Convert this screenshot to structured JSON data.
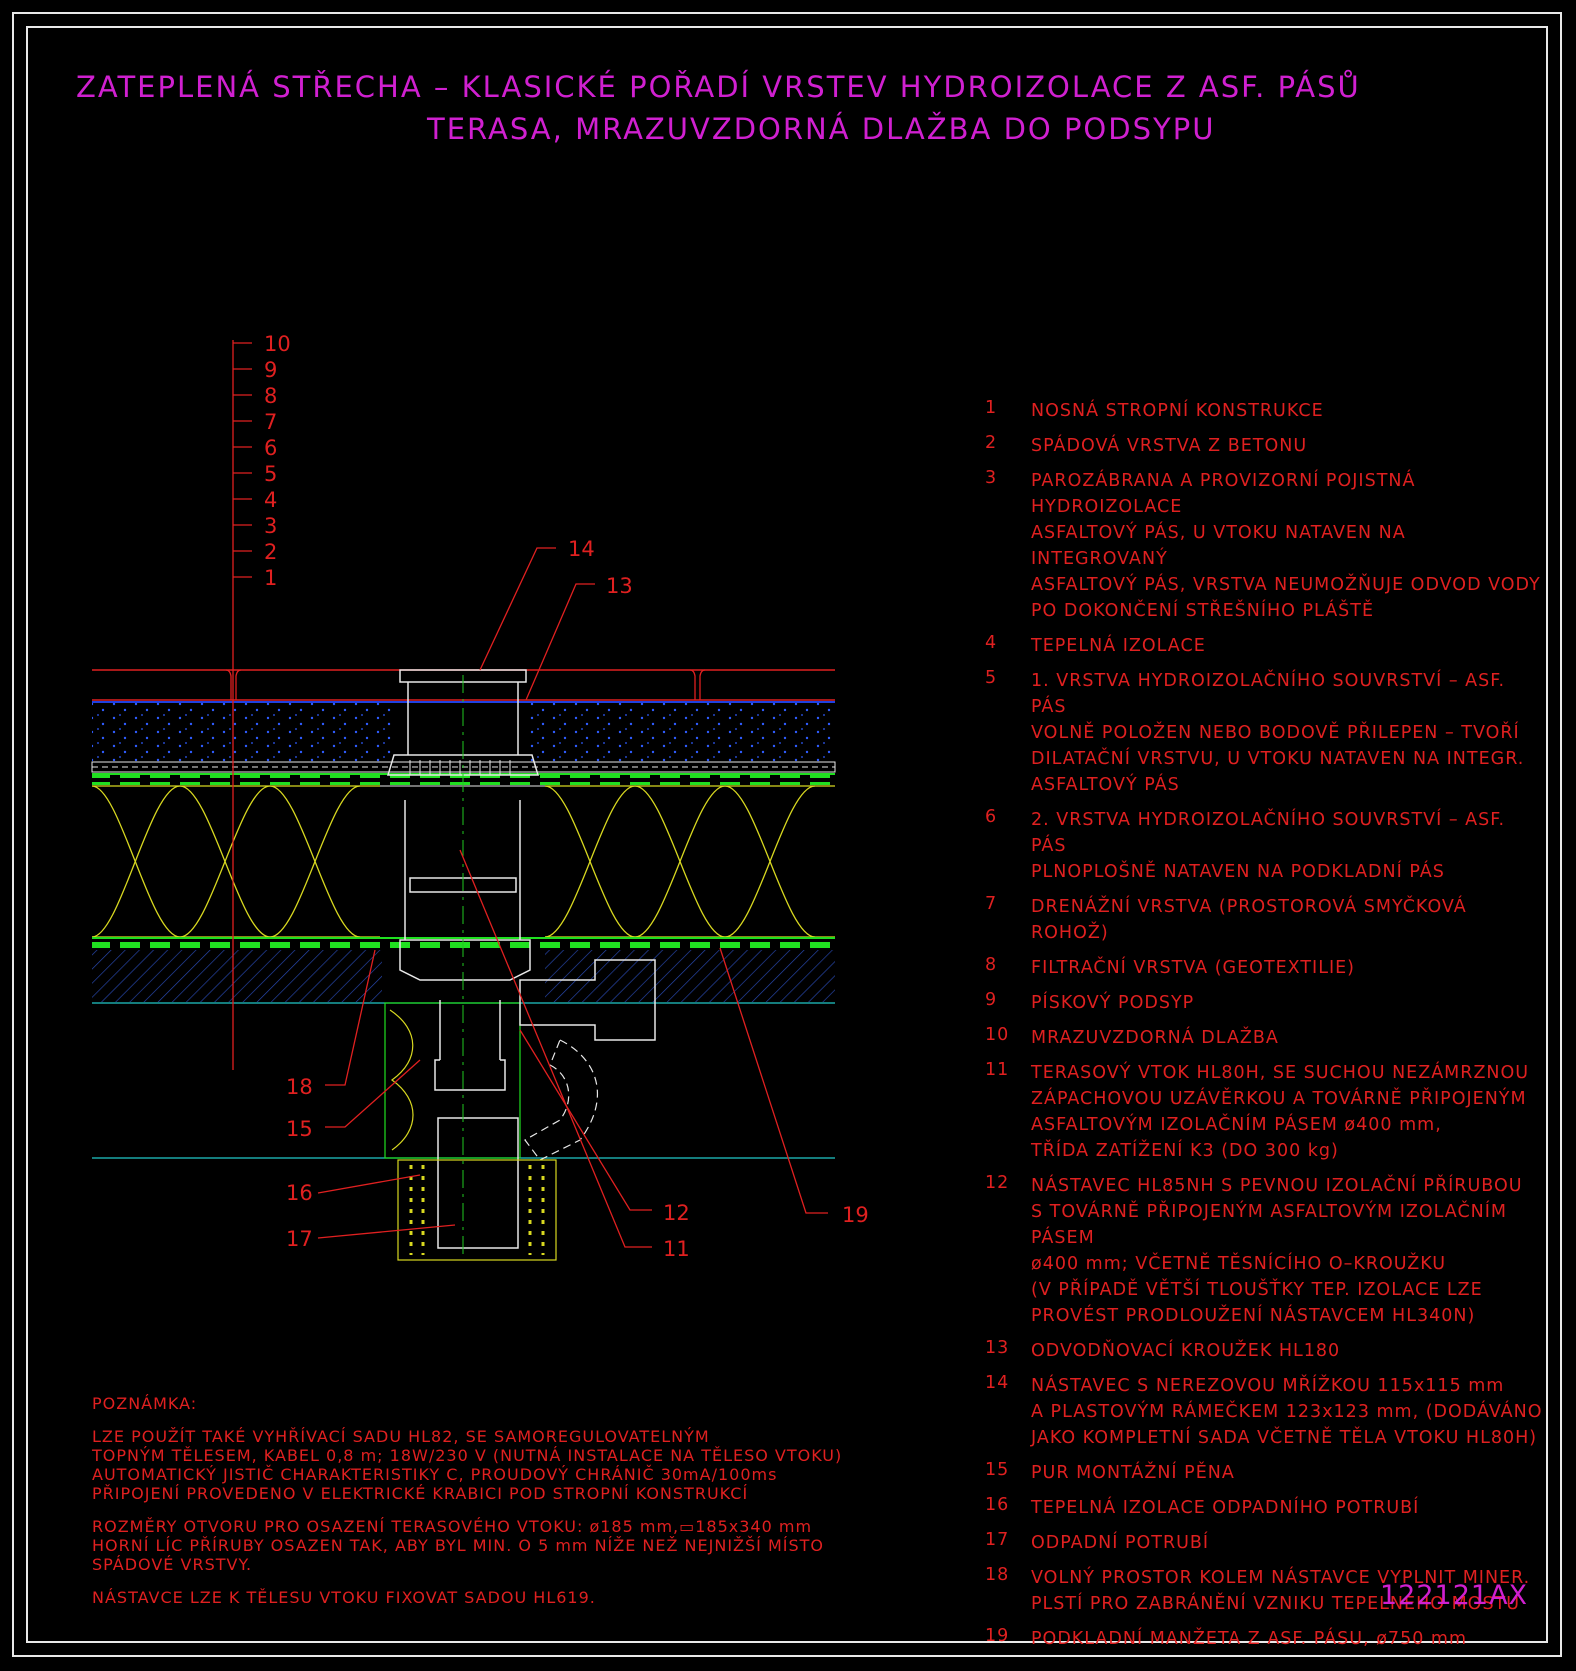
{
  "title": {
    "line1": "ZATEPLENÁ STŘECHA – KLASICKÉ POŘADÍ VRSTEV HYDROIZOLACE Z ASF. PÁSŮ",
    "line2": "TERASA, MRAZUVZDORNÁ DLAŽBA DO PODSYPU"
  },
  "layer_scale": [
    "10",
    "9",
    "8",
    "7",
    "6",
    "5",
    "4",
    "3",
    "2",
    "1"
  ],
  "callouts": [
    "14",
    "13",
    "18",
    "15",
    "16",
    "17",
    "12",
    "11",
    "19"
  ],
  "legend": [
    {
      "num": "1",
      "text": "NOSNÁ STROPNÍ KONSTRUKCE"
    },
    {
      "num": "2",
      "text": "SPÁDOVÁ VRSTVA Z BETONU"
    },
    {
      "num": "3",
      "text": "PAROZÁBRANA A PROVIZORNÍ POJISTNÁ HYDROIZOLACE\nASFALTOVÝ PÁS, U VTOKU NATAVEN NA INTEGROVANÝ\nASFALTOVÝ PÁS, VRSTVA NEUMOŽŇUJE ODVOD VODY\nPO DOKONČENÍ STŘEŠNÍHO PLÁŠTĚ"
    },
    {
      "num": "4",
      "text": "TEPELNÁ IZOLACE"
    },
    {
      "num": "5",
      "text": "1. VRSTVA HYDROIZOLAČNÍHO SOUVRSTVÍ – ASF. PÁS\nVOLNĚ POLOŽEN NEBO BODOVĚ PŘILEPEN – TVOŘÍ\nDILATAČNÍ VRSTVU, U VTOKU NATAVEN NA INTEGR.\nASFALTOVÝ PÁS"
    },
    {
      "num": "6",
      "text": "2. VRSTVA HYDROIZOLAČNÍHO SOUVRSTVÍ – ASF. PÁS\nPLNOPLOŠNĚ NATAVEN NA PODKLADNÍ PÁS"
    },
    {
      "num": "7",
      "text": "DRENÁŽNÍ VRSTVA (PROSTOROVÁ SMYČKOVÁ ROHOŽ)"
    },
    {
      "num": "8",
      "text": "FILTRAČNÍ VRSTVA (GEOTEXTILIE)"
    },
    {
      "num": "9",
      "text": "PÍSKOVÝ PODSYP"
    },
    {
      "num": "10",
      "text": "MRAZUVZDORNÁ DLAŽBA"
    },
    {
      "num": "11",
      "text": "TERASOVÝ VTOK HL80H, SE SUCHOU NEZÁMRZNOU\nZÁPACHOVOU UZÁVĚRKOU A TOVÁRNĚ PŘIPOJENÝM\nASFALTOVÝM IZOLAČNÍM PÁSEM ø400 mm,\nTŘÍDA ZATÍŽENÍ K3 (DO 300 kg)"
    },
    {
      "num": "12",
      "text": "NÁSTAVEC HL85NH S PEVNOU IZOLAČNÍ PŘÍRUBOU\nS TOVÁRNĚ PŘIPOJENÝM ASFALTOVÝM IZOLAČNÍM PÁSEM\nø400 mm; VČETNĚ TĚSNÍCÍHO O–KROUŽKU\n(V PŘÍPADĚ VĚTŠÍ TLOUŠŤKY TEP. IZOLACE LZE\nPROVÉST PRODLOUŽENÍ NÁSTAVCEM HL340N)"
    },
    {
      "num": "13",
      "text": "ODVODŇOVACÍ KROUŽEK HL180"
    },
    {
      "num": "14",
      "text": "NÁSTAVEC S NEREZOVOU MŘÍŽKOU 115x115 mm\nA PLASTOVÝM RÁMEČKEM 123x123 mm, (DODÁVÁNO\nJAKO KOMPLETNÍ SADA VČETNĚ TĚLA VTOKU HL80H)"
    },
    {
      "num": "15",
      "text": "PUR MONTÁŽNÍ PĚNA"
    },
    {
      "num": "16",
      "text": "TEPELNÁ IZOLACE ODPADNÍHO POTRUBÍ"
    },
    {
      "num": "17",
      "text": "ODPADNÍ POTRUBÍ"
    },
    {
      "num": "18",
      "text": "VOLNÝ PROSTOR KOLEM NÁSTAVCE VYPLNIT MINER.\nPLSTÍ PRO ZABRÁNĚNÍ VZNIKU TEPELNÉHO MOSTU"
    },
    {
      "num": "19",
      "text": "PODKLADNÍ MANŽETA Z ASF. PÁSU, ø750 mm"
    }
  ],
  "note": {
    "heading": "POZNÁMKA:",
    "paragraphs": [
      "LZE POUŽÍT TAKÉ VYHŘÍVACÍ SADU HL82, SE SAMOREGULOVATELNÝM\nTOPNÝM TĚLESEM, KABEL 0,8 m; 18W/230 V (NUTNÁ INSTALACE NA TĚLESO VTOKU)\nAUTOMATICKÝ JISTIČ CHARAKTERISTIKY C, PROUDOVÝ CHRÁNIČ 30mA/100ms\nPŘIPOJENÍ PROVEDENO V ELEKTRICKÉ KRABICI POD STROPNÍ KONSTRUKCÍ",
      "ROZMĚRY OTVORU PRO OSAZENÍ TERASOVÉHO VTOKU: ø185 mm,▭185x340 mm\nHORNÍ LÍC PŘÍRUBY OSAZEN TAK, ABY BYL MIN. O 5 mm NÍŽE NEŽ NEJNIŽŠÍ MÍSTO\nSPÁDOVÉ VRSTVY.",
      "NÁSTAVCE LZE K TĚLESU VTOKU FIXOVAT SADOU HL619."
    ]
  },
  "drawing_code": "122121AX",
  "colors": {
    "frame": "#e8e8e8",
    "title": "#d020d0",
    "text": "#e02020",
    "insulation": "#d8d820",
    "membrane": "#20e020",
    "sand": "#2040e0",
    "concrete": "#3050c0",
    "cyan": "#20c8c8",
    "drain": "#e8e8e8"
  }
}
